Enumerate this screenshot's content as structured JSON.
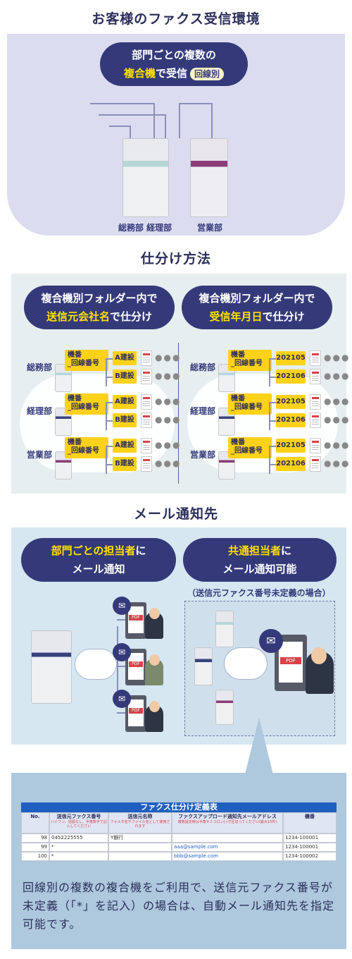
{
  "section1": {
    "title": "お客様のファクス受信環境",
    "pill_line1": "部門ごとの複数の",
    "pill_line2_a": "複合機",
    "pill_line2_b": "で受信",
    "pill_tag": "回線別",
    "label_left": "総務部 経理部",
    "label_right": "営業部"
  },
  "section2": {
    "title": "仕分け方法",
    "left_pill_line1": "複合機別フォルダー内で",
    "left_pill_line2_a": "送信元会社名",
    "left_pill_line2_b": "で仕分け",
    "right_pill_line1": "複合機別フォルダー内で",
    "right_pill_line2_a": "受信年月日",
    "right_pill_line2_b": "で仕分け",
    "depts": [
      "総務部",
      "経理部",
      "営業部"
    ],
    "folder_line1": "機番",
    "folder_line2": "_回線番号",
    "left_sub": [
      "A建設",
      "B建設"
    ],
    "right_sub": [
      "202105",
      "202106"
    ]
  },
  "section3": {
    "title": "メール通知先",
    "left_pill_line1_a": "部門ごとの担当者",
    "left_pill_line1_b": "に",
    "left_pill_line2": "メール通知",
    "right_pill_line1_a": "共通担当者",
    "right_pill_line1_b": "に",
    "right_pill_line2": "メール通知可能",
    "note": "（送信元ファクス番号未定義の場合）",
    "pdf": "PDF"
  },
  "table": {
    "title": "ファクス仕分け定義表",
    "headers": [
      "No.",
      "送信元ファクス番号",
      "送信元名称",
      "ファクスアップロード通知先メールアドレス",
      "機番"
    ],
    "subheaders": [
      "",
      "ハイフン、括弧なし、半角数字で記入してください",
      "フォルダ名やファイル名として使用されます",
      "複数設定時は半角セミコロン(;)で区切ってください(最大15件)",
      ""
    ],
    "rows": [
      [
        "98",
        "0452225555",
        "Y銀行",
        "",
        "1234-100001"
      ],
      [
        "99",
        "*",
        "",
        "aaa@sample.com",
        "1234-100001"
      ],
      [
        "100",
        "*",
        "",
        "bbb@sample.com",
        "1234-100002"
      ]
    ],
    "accent": "#1f5fbf"
  },
  "footer": {
    "text": "回線別の複数の複合機をご利用で、送信元ファクス番号が未定義（「*」を記入）の場合は、自動メール通知先を指定可能です。"
  }
}
